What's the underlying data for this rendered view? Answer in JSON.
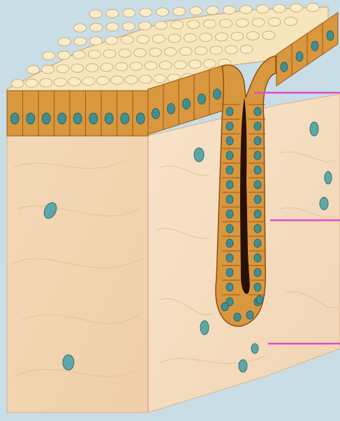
{
  "diagram": {
    "colors": {
      "background": "#c9dde6",
      "connective_front": "#f3d6b2",
      "connective_right": "#f6dfc3",
      "epithelium_top": "#f7e6bd",
      "cell_fill": "#d9973e",
      "cell_border": "#9a5a1b",
      "nucleus": "#3f8f93",
      "lumen": "#2a0f05",
      "pointer": "#e04ad0"
    },
    "pointers": [
      {
        "id": "gland-duct-opening"
      },
      {
        "id": "secretory-epithelium"
      },
      {
        "id": "connective-tissue"
      }
    ]
  }
}
